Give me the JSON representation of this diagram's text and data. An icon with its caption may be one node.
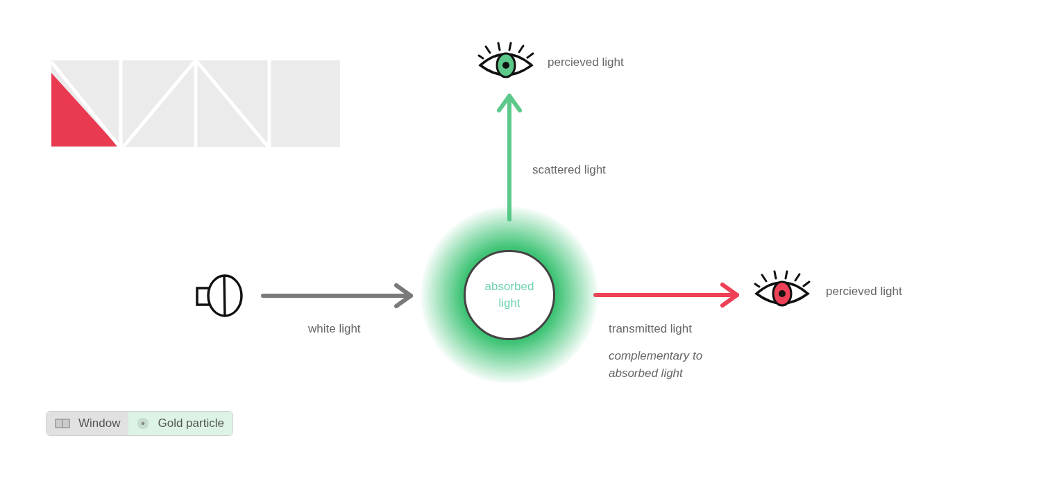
{
  "diagram": {
    "nodes": [
      {
        "text": [],
        "shape": "picture"
      },
      {
        "text": [
          "absorbed light"
        ]
      },
      {
        "text": [],
        "shape": "picture",
        "beside": [
          "percieved light"
        ]
      },
      {
        "text": [],
        "shape": "picture",
        "beside": [
          "percieved light"
        ]
      }
    ],
    "edges": [
      {
        "from": 0,
        "to": 1,
        "arrow": "to",
        "label": "white light",
        "color": "#7a7a7a"
      },
      {
        "from": 1,
        "to": 2,
        "arrow": "to",
        "label": "scattered light",
        "color": "#5cc98a"
      },
      {
        "from": 1,
        "to": 3,
        "arrow": "to",
        "label": "transmitted light",
        "color": "#ee4056"
      }
    ],
    "labels": [
      "complementary to absorbed light",
      "Window",
      "Gold particle"
    ]
  }
}
